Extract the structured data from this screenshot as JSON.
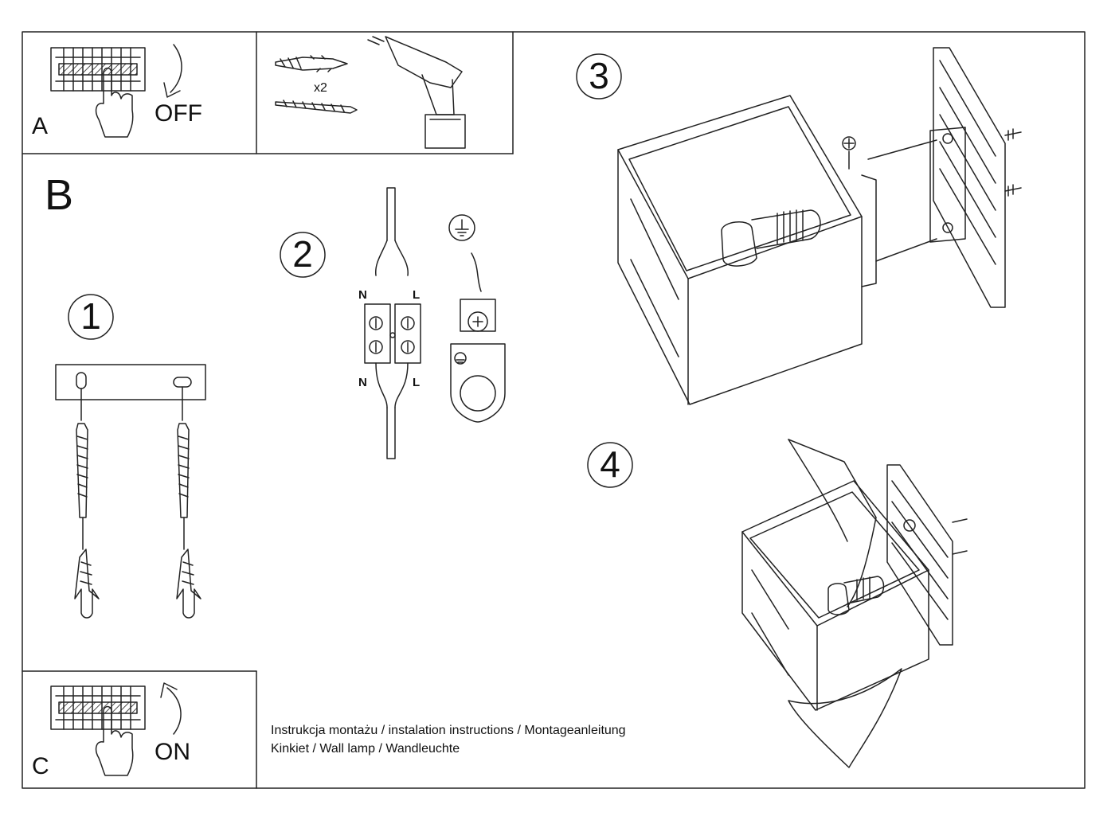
{
  "panels": {
    "a": {
      "letter": "A",
      "action": "OFF"
    },
    "tools": {
      "anchor_qty": "x2"
    },
    "b": {
      "letter": "B"
    },
    "c": {
      "letter": "C",
      "action": "ON"
    }
  },
  "steps": {
    "one": "1",
    "two": "2",
    "three": "3",
    "four": "4"
  },
  "wiring": {
    "top_left": "N",
    "top_right": "L",
    "bottom_left": "N",
    "bottom_right": "L"
  },
  "footer": {
    "line1": "Instrukcja montażu / instalation instructions / Montageanleitung",
    "line2": "Kinkiet / Wall lamp / Wandleuchte"
  },
  "colors": {
    "line": "#222222",
    "paper": "#ffffff"
  }
}
